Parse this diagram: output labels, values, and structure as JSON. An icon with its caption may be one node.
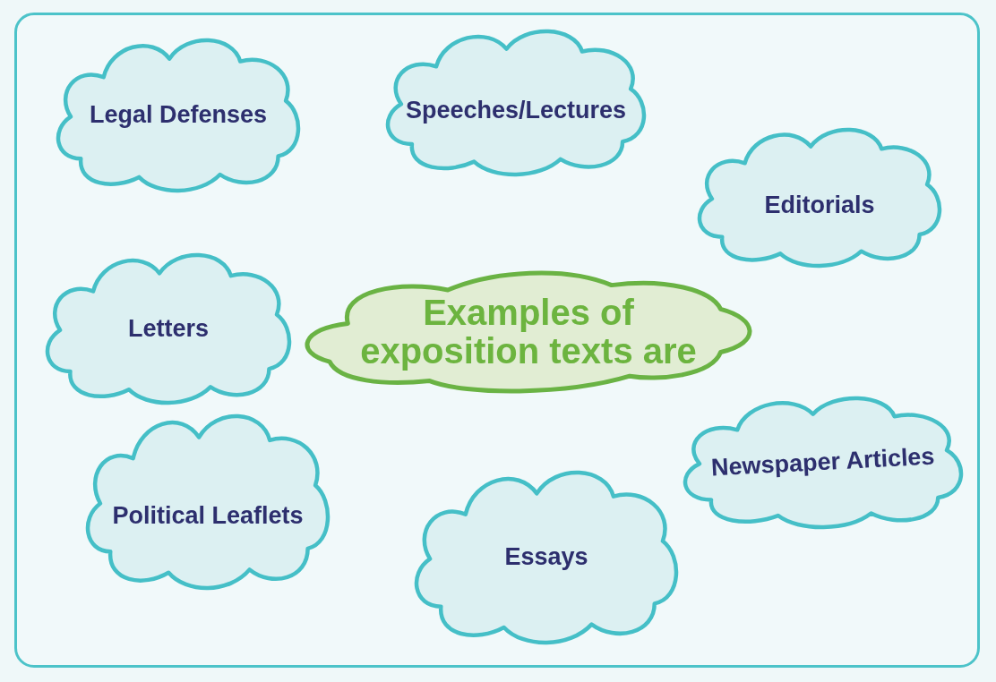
{
  "diagram": {
    "nodes": [
      {
        "text": [
          "Legal Defenses"
        ]
      },
      {
        "text": [
          "Speeches/Lectures"
        ]
      },
      {
        "text": [
          "Editorials"
        ]
      },
      {
        "text": [
          "Letters"
        ]
      },
      {
        "text": [
          "Examples of exposition texts are"
        ]
      },
      {
        "text": [
          "Newspaper Articles"
        ]
      },
      {
        "text": [
          "Political Leaflets"
        ]
      },
      {
        "text": [
          "Essays"
        ]
      }
    ]
  }
}
